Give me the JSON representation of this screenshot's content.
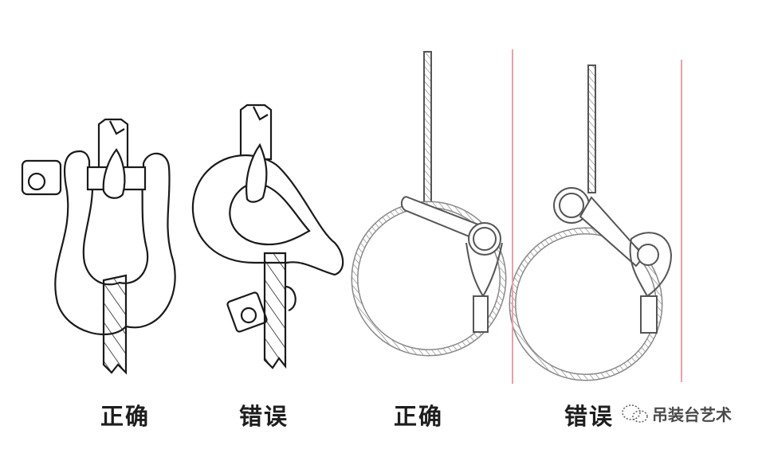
{
  "diagram": {
    "panels": [
      {
        "id": "shackle-correct",
        "subject": "shackle",
        "label": "正确",
        "verdict": "correct"
      },
      {
        "id": "shackle-wrong",
        "subject": "shackle",
        "label": "错误",
        "verdict": "wrong"
      },
      {
        "id": "choker-correct",
        "subject": "wire-rope-choker",
        "label": "正确",
        "verdict": "correct"
      },
      {
        "id": "choker-wrong",
        "subject": "wire-rope-choker",
        "label": "错误",
        "verdict": "wrong"
      }
    ],
    "divider_color": "#e8a0a8",
    "line_color": "#1a1a1a",
    "rope_color": "#555555"
  },
  "watermark": {
    "icon": "wechat-icon",
    "text": "吊装台艺术"
  }
}
